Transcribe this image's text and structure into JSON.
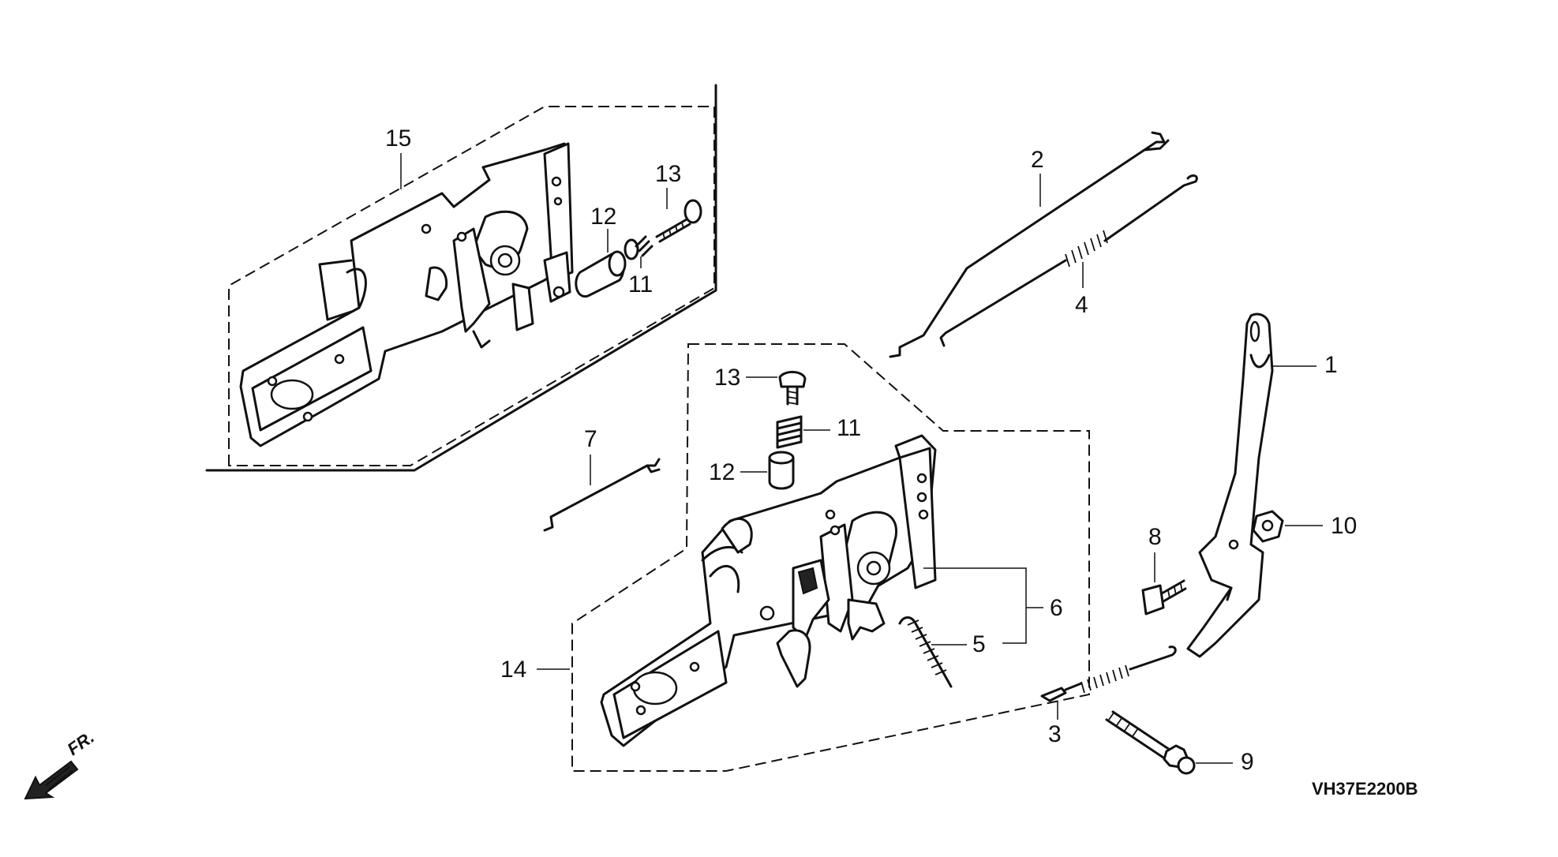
{
  "diagram_code": "VH37E2200B",
  "direction_label": "FR.",
  "callouts": {
    "a_15": "15",
    "a_13": "13",
    "a_12": "12",
    "a_11": "11",
    "b_2": "2",
    "b_4": "4",
    "b_1": "1",
    "c_13": "13",
    "c_11": "11",
    "c_12": "12",
    "c_7": "7",
    "c_10": "10",
    "c_8": "8",
    "c_6": "6",
    "c_5": "5",
    "c_14": "14",
    "c_3": "3",
    "c_9": "9"
  }
}
